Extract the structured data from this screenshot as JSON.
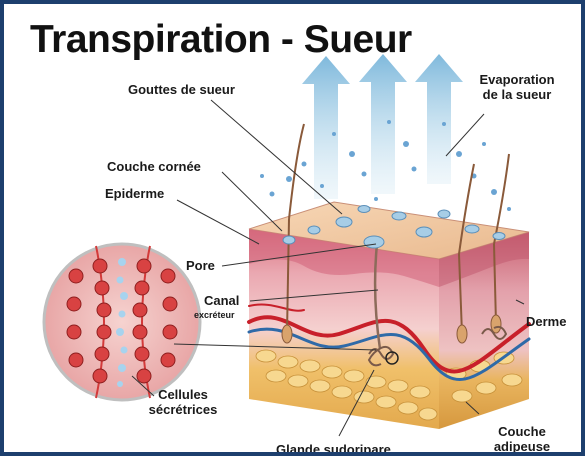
{
  "title": "Transpiration - Sueur",
  "labels": {
    "gouttes": "Gouttes de sueur",
    "evaporation": "Evaporation de la sueur",
    "couche_cornee": "Couche cornée",
    "epiderme": "Epiderme",
    "pore": "Pore",
    "canal": "Canal",
    "excreteur": "excréteur",
    "derme": "Derme",
    "cellules": "Cellules sécrétrices",
    "glande": "Glande sudoripare",
    "couche_adipeuse": "Couche adipeuse"
  },
  "colors": {
    "frame": "#1d3f6e",
    "arrow": "#8fc4e0",
    "epidermis": "#e9a6b0",
    "dermis": "#f2c9c7",
    "fat": "#f1c66d",
    "vessel_red": "#c8202a",
    "vessel_blue": "#2f6aa8"
  }
}
